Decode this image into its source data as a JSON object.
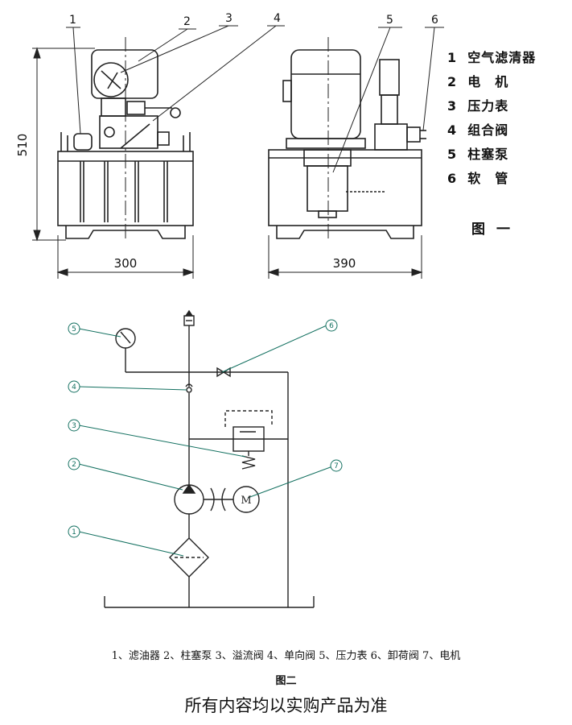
{
  "figure1": {
    "callouts": [
      "1",
      "2",
      "3",
      "4",
      "5",
      "6"
    ],
    "dimensions": {
      "height": "510",
      "front_width": "300",
      "side_width": "390"
    },
    "legend": [
      {
        "num": "1",
        "label": "空气滤清器"
      },
      {
        "num": "2",
        "label": "电　机"
      },
      {
        "num": "3",
        "label": "压力表"
      },
      {
        "num": "4",
        "label": "组合阀"
      },
      {
        "num": "5",
        "label": "柱塞泵"
      },
      {
        "num": "6",
        "label": "软　管"
      }
    ],
    "caption": "图一"
  },
  "figure2": {
    "callouts": [
      "1",
      "2",
      "3",
      "4",
      "5",
      "6",
      "7"
    ],
    "motor_symbol": "M",
    "legend_text": "1、滤油器 2、柱塞泵 3、溢流阀 4、单向阀 5、压力表 6、卸荷阀 7、电机",
    "caption": "图二"
  },
  "footer_note": "所有内容均以实购产品为准",
  "colors": {
    "line": "#222222",
    "callout": "#137060"
  }
}
